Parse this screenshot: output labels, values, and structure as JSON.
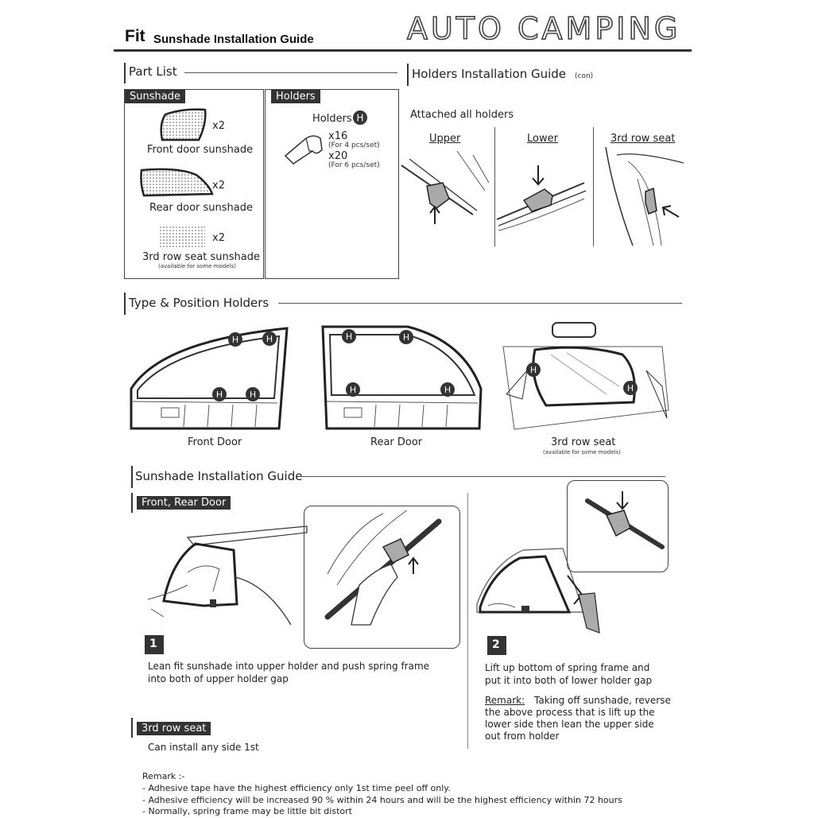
{
  "header": {
    "fit": "Fit",
    "title": "Sunshade Installation Guide",
    "brand": "AUTO CAMPING"
  },
  "part_list": {
    "heading": "Part List",
    "sunshade_tag": "Sunshade",
    "holders_tag": "Holders",
    "items": [
      {
        "qty": "x2",
        "label": "Front door sunshade"
      },
      {
        "qty": "x2",
        "label": "Rear door sunshade"
      },
      {
        "qty": "x2",
        "label": "3rd row seat sunshade",
        "note": "(available for some models)"
      }
    ],
    "holders_label": "Holders",
    "holder_badge": "H",
    "holder_qty_1": "x16",
    "holder_note_1": "(For 4 pcs/set)",
    "holder_qty_2": "x20",
    "holder_note_2": "(For 6 pcs/set)"
  },
  "holders_guide": {
    "heading": "Holders Installation Guide",
    "heading_suffix": "(con)",
    "subtitle": "Attached all holders",
    "columns": [
      "Upper",
      "Lower",
      "3rd row seat"
    ]
  },
  "type_position": {
    "heading": "Type & Position Holders",
    "badge": "H",
    "doors": [
      {
        "label": "Front Door"
      },
      {
        "label": "Rear Door"
      },
      {
        "label": "3rd row seat",
        "note": "(available for some models)"
      }
    ]
  },
  "install_guide": {
    "heading": "Sunshade Installation Guide",
    "front_rear_tag": "Front, Rear Door",
    "step1_num": "1",
    "step1_text_1": "Lean fit sunshade into upper holder and push spring frame",
    "step1_text_2": "into both of upper holder gap",
    "step2_num": "2",
    "step2_text_1": "Lift up bottom of spring frame and",
    "step2_text_2": "put it into both of lower holder gap",
    "remark_label": "Remark:",
    "remark_text_1": "Taking off sunshade, reverse",
    "remark_text_2": "the above process that is lift up the",
    "remark_text_3": "lower side then lean the upper side",
    "remark_text_4": "out from holder",
    "third_row_tag": "3rd row seat",
    "third_row_text": "Can install any side 1st"
  },
  "remarks": {
    "title": "Remark :-",
    "lines": [
      "- Adhesive tape have the highest efficiency only 1st time peel off only.",
      "- Adhesive efficiency will be increased 90 % within 24 hours and will be the highest efficiency within 72 hours",
      "- Normally, spring frame may be little bit distort"
    ]
  }
}
